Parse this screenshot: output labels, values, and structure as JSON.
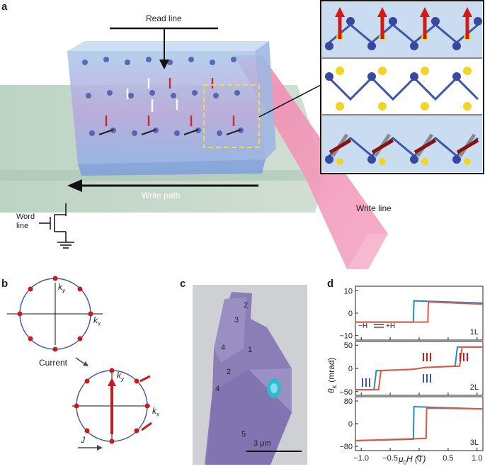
{
  "panels": {
    "a": {
      "label": "a",
      "read_line": "Read line",
      "write_path": "Write path",
      "write_line": "Write line",
      "word_line_1": "Word",
      "word_line_2": "line"
    },
    "b": {
      "label": "b",
      "ky": "k",
      "ky_sub": "y",
      "kx": "k",
      "kx_sub": "x",
      "current": "Current",
      "j": "J"
    },
    "c": {
      "label": "c",
      "scale_bar": "3 μm",
      "layer_numbers": [
        "2",
        "3",
        "4",
        "1",
        "2",
        "4",
        "5"
      ]
    },
    "d": {
      "label": "d",
      "xlabel_mu": "μ",
      "xlabel_sub": "0",
      "xlabel_rest": "H (T)",
      "ylabel_theta": "θ",
      "ylabel_sub": "K",
      "ylabel_unit": "(mrad)",
      "x_ticks": [
        "−1.0",
        "−0.5",
        "0",
        "0.5",
        "1.0"
      ],
      "legend_neg": "−H",
      "legend_pos": "+H"
    }
  },
  "chart_data": [
    {
      "type": "line",
      "title": "1L",
      "xlabel": "μ0H (T)",
      "ylabel": "θK (mrad)",
      "xlim": [
        -1.1,
        1.1
      ],
      "ylim": [
        -12,
        12
      ],
      "yticks": [
        -10,
        0,
        10
      ],
      "series": [
        {
          "name": "−H",
          "color": "#1f8ec9",
          "x": [
            -1.1,
            -0.1,
            -0.09,
            1.1
          ],
          "y": [
            -4,
            -4,
            5.5,
            4.5
          ]
        },
        {
          "name": "+H",
          "color": "#e8563a",
          "x": [
            -1.1,
            0.15,
            0.16,
            1.1
          ],
          "y": [
            -4,
            -4,
            5,
            4
          ]
        }
      ]
    },
    {
      "type": "line",
      "title": "2L",
      "xlabel": "μ0H (T)",
      "ylabel": "θK (mrad)",
      "xlim": [
        -1.1,
        1.1
      ],
      "ylim": [
        -58,
        58
      ],
      "yticks": [
        -50,
        0,
        50
      ],
      "series": [
        {
          "name": "−H",
          "color": "#1f8ec9",
          "x": [
            -1.1,
            -0.78,
            -0.74,
            -0.1,
            0.1,
            0.62,
            0.66,
            1.1
          ],
          "y": [
            -46,
            -46,
            -5,
            -2,
            2,
            5,
            46,
            46
          ]
        },
        {
          "name": "+H",
          "color": "#e8563a",
          "x": [
            -1.1,
            -0.7,
            -0.66,
            -0.1,
            0.1,
            0.7,
            0.74,
            1.1
          ],
          "y": [
            -46,
            -46,
            -5,
            -2,
            2,
            5,
            46,
            46
          ]
        }
      ]
    },
    {
      "type": "line",
      "title": "3L",
      "xlabel": "μ0H (T)",
      "ylabel": "θK (mrad)",
      "xlim": [
        -1.1,
        1.1
      ],
      "ylim": [
        -95,
        95
      ],
      "yticks": [
        -80,
        0,
        80
      ],
      "series": [
        {
          "name": "−H",
          "color": "#1f8ec9",
          "x": [
            -1.1,
            -0.1,
            -0.09,
            1.1
          ],
          "y": [
            -60,
            -55,
            60,
            52
          ]
        },
        {
          "name": "+H",
          "color": "#e8563a",
          "x": [
            -1.1,
            0.12,
            0.13,
            1.1
          ],
          "y": [
            -60,
            -52,
            55,
            52
          ]
        }
      ]
    }
  ]
}
